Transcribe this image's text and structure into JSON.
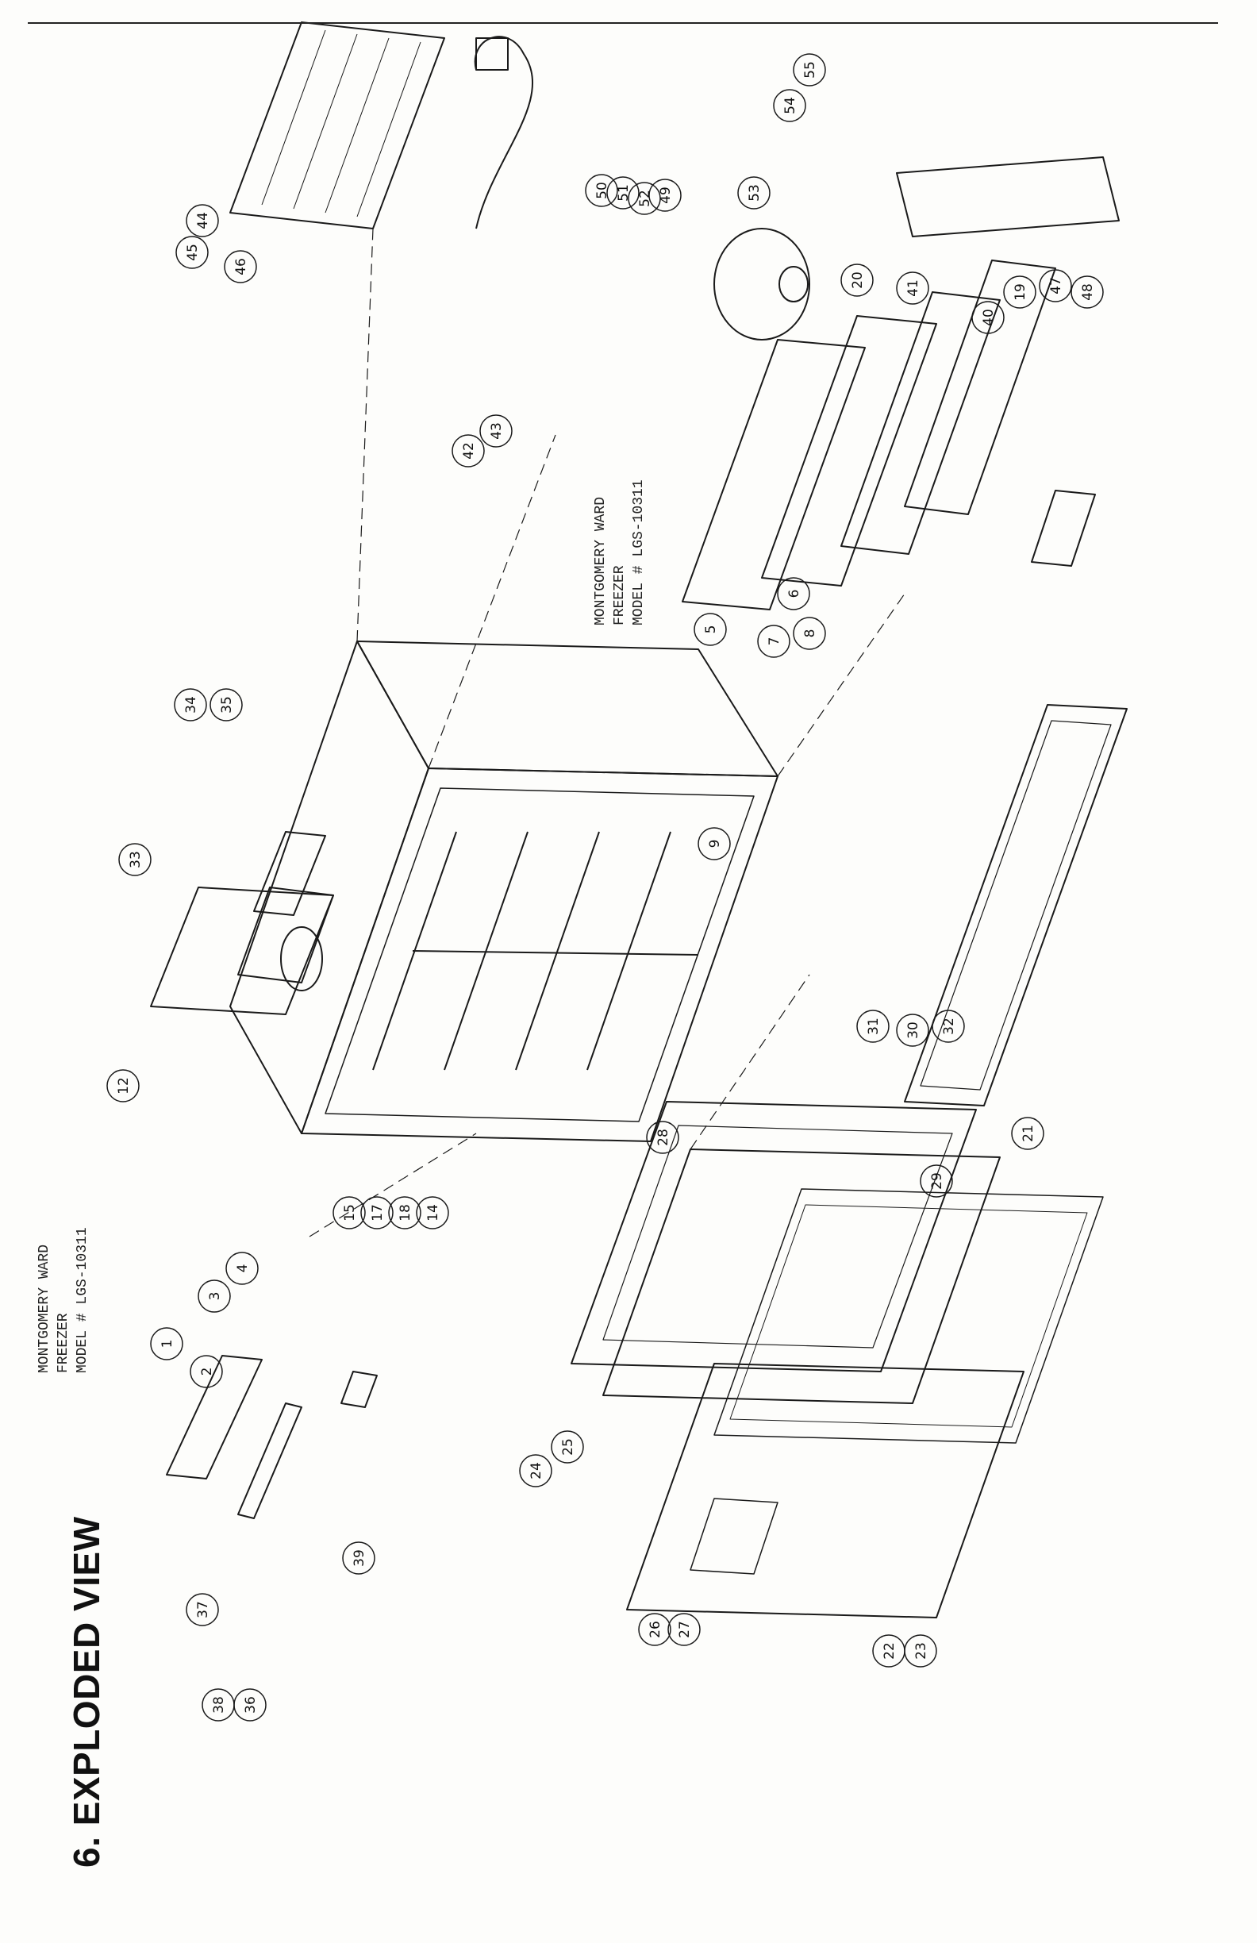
{
  "heading": "6. EXPLODED VIEW",
  "captions": {
    "left": [
      "MONTGOMERY WARD",
      "FREEZER",
      "MODEL # LGS-10311"
    ],
    "right": [
      "MONTGOMERY WARD",
      "FREEZER",
      "MODEL # LGS-10311"
    ]
  },
  "callouts": [
    "1",
    "2",
    "3",
    "4",
    "5",
    "6",
    "7",
    "8",
    "9",
    "12",
    "14",
    "15",
    "17",
    "18",
    "19",
    "20",
    "21",
    "22",
    "23",
    "24",
    "25",
    "26",
    "27",
    "28",
    "29",
    "30",
    "31",
    "32",
    "33",
    "34",
    "35",
    "36",
    "37",
    "38",
    "39",
    "40",
    "41",
    "42",
    "43",
    "44",
    "45",
    "46",
    "47",
    "48",
    "49",
    "50",
    "51",
    "52",
    "53",
    "54",
    "55"
  ],
  "colors": {
    "line": "#1a1a1a",
    "paper": "#fdfdfb"
  }
}
